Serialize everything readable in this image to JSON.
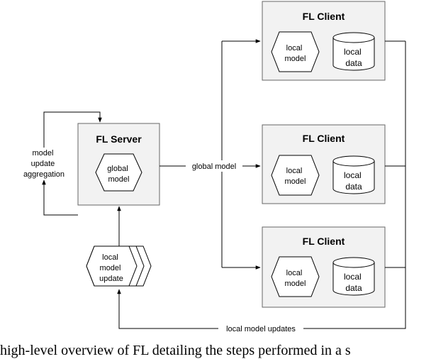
{
  "diagram": {
    "server": {
      "title": "FL Server",
      "model_label": [
        "global",
        "model"
      ]
    },
    "aggregation_label": [
      "model",
      "update",
      "aggregation"
    ],
    "update_label": [
      "local",
      "model",
      "update"
    ],
    "global_model_edge": "global model",
    "updates_edge": "local model updates",
    "clients": [
      {
        "title": "FL Client",
        "model_label": [
          "local",
          "model"
        ],
        "data_label": [
          "local",
          "data"
        ]
      },
      {
        "title": "FL Client",
        "model_label": [
          "local",
          "model"
        ],
        "data_label": [
          "local",
          "data"
        ]
      },
      {
        "title": "FL Client",
        "model_label": [
          "local",
          "model"
        ],
        "data_label": [
          "local",
          "data"
        ]
      }
    ]
  },
  "caption": "high-level overview of FL detailing the steps performed in a s"
}
